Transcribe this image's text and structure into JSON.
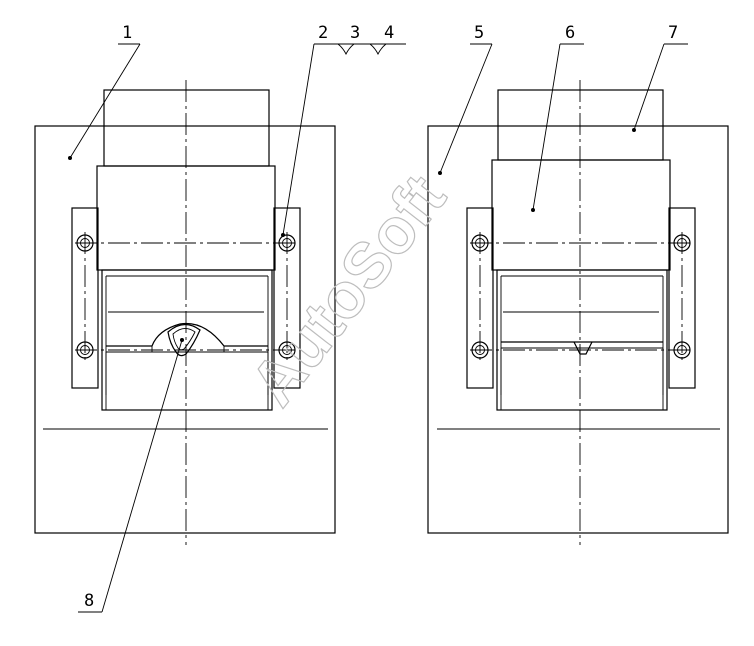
{
  "callouts": {
    "c1": "1",
    "c2": "2",
    "c3": "3",
    "c4": "4",
    "c5": "5",
    "c6": "6",
    "c7": "7",
    "c8": "8"
  },
  "watermark": "AutoSoft"
}
